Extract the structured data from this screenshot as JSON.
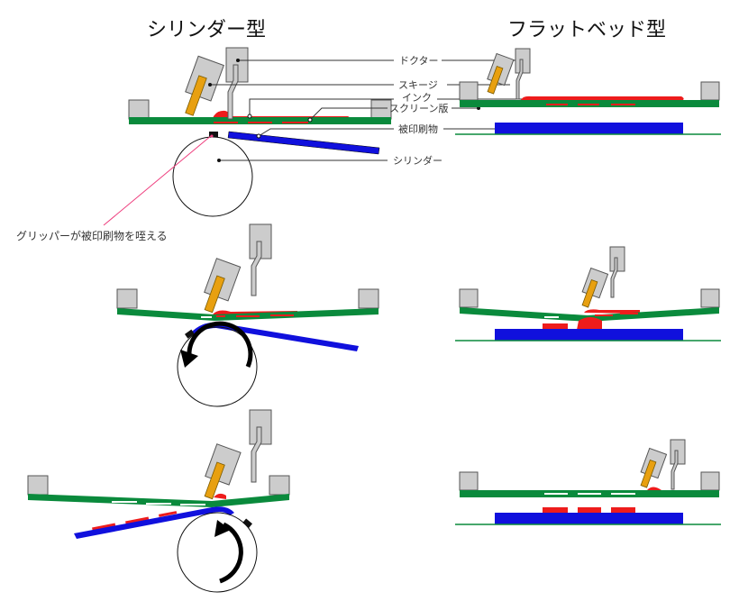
{
  "titles": {
    "cylinder": "シリンダー型",
    "flatbed": "フラットベッド型"
  },
  "labels": {
    "doctor": "ドクター",
    "squeegee": "スキージ",
    "ink": "インク",
    "screen": "スクリーン版",
    "substrate": "被印刷物",
    "cylinder": "シリンダー"
  },
  "annotation": "グリッパーが被印刷物を咥える",
  "colors": {
    "frame": "#0a8a3c",
    "ink": "#ee1c1c",
    "substrate": "#1010dd",
    "blade": "#e8a010",
    "holder": "#cccccc",
    "annotation": "#ee3d7d"
  }
}
